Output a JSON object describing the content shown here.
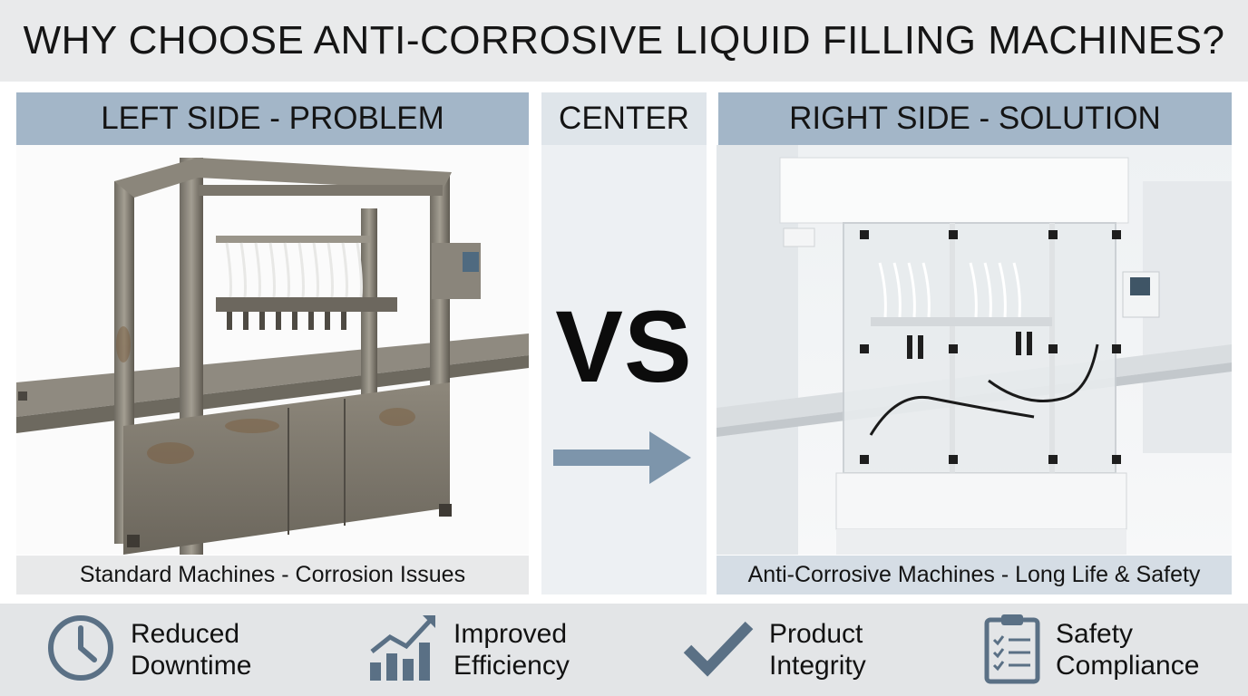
{
  "title": "WHY CHOOSE ANTI-CORROSIVE LIQUID FILLING MACHINES?",
  "panels": {
    "left_header": "LEFT SIDE - PROBLEM",
    "center_header": "CENTER",
    "right_header": "RIGHT SIDE - SOLUTION",
    "vs": "VS",
    "left_caption": "Standard Machines - Corrosion Issues",
    "right_caption": "Anti-Corrosive Machines - Long Life & Safety"
  },
  "benefits": [
    {
      "line1": "Reduced",
      "line2": "Downtime",
      "icon": "clock-icon"
    },
    {
      "line1": "Improved",
      "line2": "Efficiency",
      "icon": "growth-chart-icon"
    },
    {
      "line1": "Product",
      "line2": "Integrity",
      "icon": "checkmark-icon"
    },
    {
      "line1": "Safety",
      "line2": "Compliance",
      "icon": "clipboard-checklist-icon"
    }
  ],
  "colors": {
    "header_accent": "#a3b6c8",
    "icon_color": "#5a7085",
    "arrow_color": "#7d95ab",
    "title_background": "#e9eaeb"
  }
}
